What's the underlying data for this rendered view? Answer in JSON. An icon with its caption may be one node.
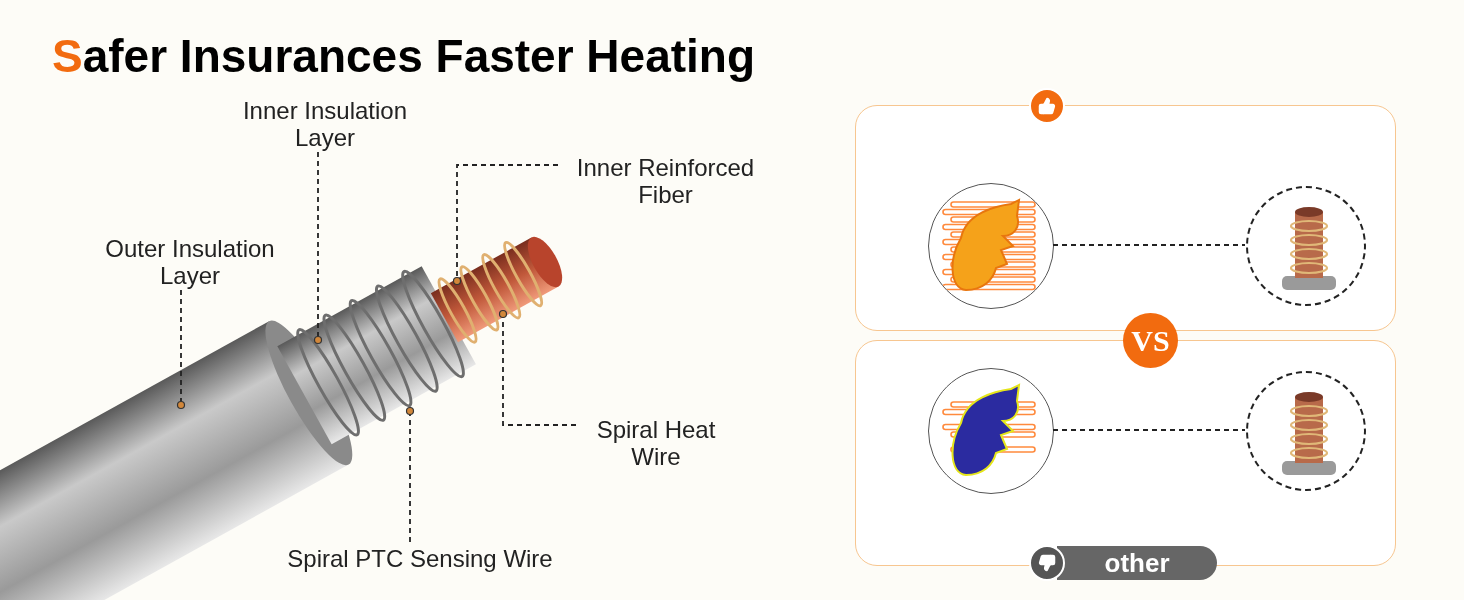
{
  "diagram": {
    "title": "Safer Insurances Faster Heating",
    "nodes": [
      {
        "text": [
          "Inner Insulation Layer"
        ]
      },
      {
        "text": [
          "Inner Reinforced Fiber"
        ]
      },
      {
        "text": [
          "Outer Insulation Layer"
        ]
      },
      {
        "text": [
          "Spiral Heat Wire"
        ]
      },
      {
        "text": [
          "Spiral PTC Sensing Wire"
        ]
      },
      {
        "text": [],
        "shape": "box"
      },
      {
        "text": [],
        "shape": "picture",
        "in": 5
      },
      {
        "text": [],
        "shape": "picture",
        "in": 5
      },
      {
        "text": [],
        "shape": "box"
      },
      {
        "text": [],
        "shape": "picture",
        "in": 8
      },
      {
        "text": [],
        "shape": "picture",
        "in": 8
      }
    ],
    "edges": [
      {
        "from": 0,
        "to": null,
        "arrow": "other",
        "style": "dashed"
      },
      {
        "from": 1,
        "to": null,
        "arrow": "other",
        "style": "dashed"
      },
      {
        "from": 2,
        "to": null,
        "arrow": "other",
        "style": "dashed"
      },
      {
        "from": 3,
        "to": null,
        "arrow": "other",
        "style": "dashed"
      },
      {
        "from": 4,
        "to": null,
        "arrow": "other",
        "style": "dashed"
      },
      {
        "from": 6,
        "to": 7,
        "arrow": "none",
        "style": "dashed"
      },
      {
        "from": 9,
        "to": 10,
        "arrow": "none",
        "style": "dashed"
      }
    ],
    "labels": [
      "VS",
      "other"
    ]
  }
}
